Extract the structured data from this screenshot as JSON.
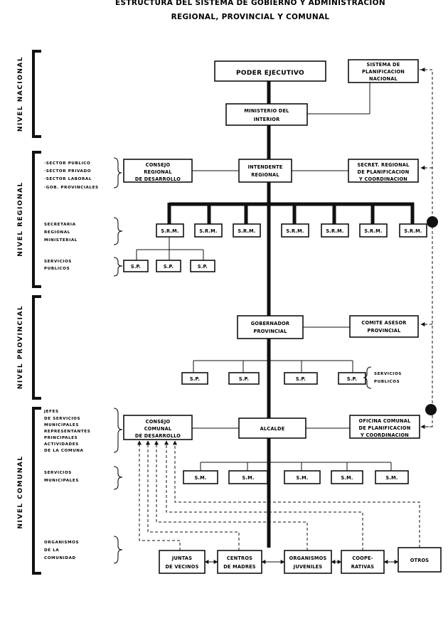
{
  "title": {
    "line1": "ESTRUCTURA DEL SISTEMA DE GOBIERNO Y ADMINISTRACION",
    "line2": "REGIONAL, PROVINCIAL Y COMUNAL"
  },
  "levels": {
    "nacional": "NIVEL NACIONAL",
    "regional": "NIVEL REGIONAL",
    "provincial": "NIVEL PROVINCIAL",
    "comunal": "NIVEL COMUNAL"
  },
  "boxes": {
    "poder_ejecutivo": "PODER EJECUTIVO",
    "planificacion_nacional": [
      "SISTEMA DE",
      "PLANIFICACION",
      "NACIONAL"
    ],
    "ministerio": [
      "MINISTERIO DEL",
      "INTERIOR"
    ],
    "consejo_regional": [
      "CONSEJO",
      "REGIONAL",
      "DE DESARROLLO"
    ],
    "intendente": [
      "INTENDENTE",
      "REGIONAL"
    ],
    "secret_regional": [
      "SECRET. REGIONAL",
      "DE PLANIFICACION",
      "Y COORDINACION"
    ],
    "srm": "S.R.M.",
    "sp": "S.P.",
    "gobernador": [
      "GOBERNADOR",
      "PROVINCIAL"
    ],
    "comite": [
      "COMITE ASESOR",
      "PROVINCIAL"
    ],
    "consejo_comunal": [
      "CONSEJO",
      "COMUNAL",
      "DE DESARROLLO"
    ],
    "alcalde": "ALCALDE",
    "oficina_comunal": [
      "OFICINA COMUNAL",
      "DE PLANIFICACION",
      "Y COORDINACION"
    ],
    "sm": "S.M.",
    "juntas": [
      "JUNTAS",
      "DE VECINOS"
    ],
    "centros": [
      "CENTROS",
      "DE MADRES"
    ],
    "organismos_juv": [
      "ORGANISMOS",
      "JUVENILES"
    ],
    "coop": [
      "COOPE-",
      "RATIVAS"
    ],
    "otros": "OTROS"
  },
  "side_labels": {
    "sectores": [
      "·SECTOR PUBLICO",
      "·SECTOR PRIVADO",
      "·SECTOR LABORAL",
      "·GOB. PROVINCIALES"
    ],
    "secretaria": [
      "SECRETARIA",
      "REGIONAL",
      "MINISTERIAL"
    ],
    "servicios_publicos_reg": [
      "SERVICIOS",
      "PUBLICOS"
    ],
    "servicios_publicos_prov": [
      "SERVICIOS",
      "PUBLICOS"
    ],
    "jefes": [
      "JEFES",
      "DE SERVICIOS",
      "MUNICIPALES",
      "REPRESENTANTES",
      "PRINCIPALES",
      "ACTIVIDADES",
      "DE LA COMUNA"
    ],
    "servicios_municipales": [
      "SERVICIOS",
      "MUNICIPALES"
    ],
    "organismos_comunidad": [
      "ORGANISMOS",
      "DE LA",
      "COMUNIDAD"
    ]
  }
}
